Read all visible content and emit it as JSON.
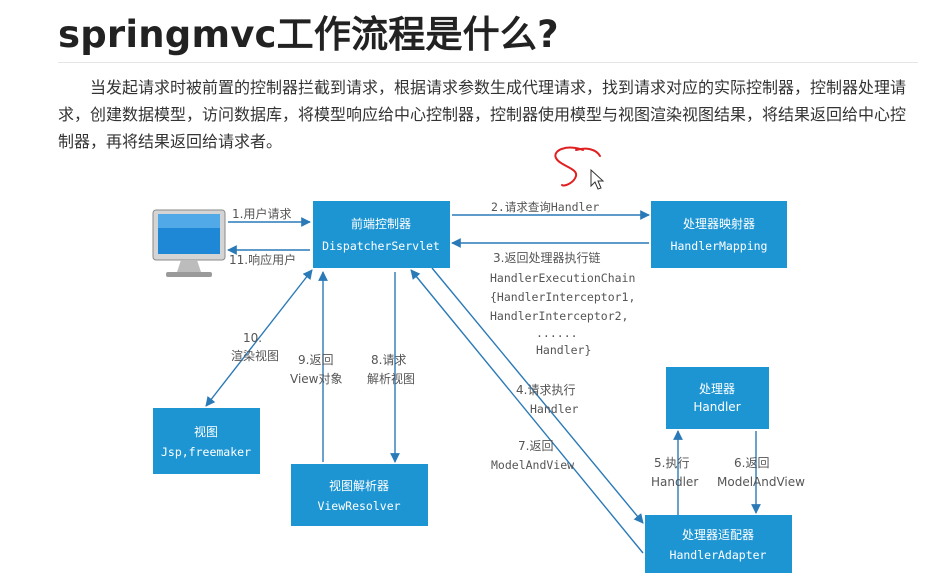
{
  "article": {
    "title": "springmvc工作流程是什么?",
    "intro": "当发起请求时被前置的控制器拦截到请求，根据请求参数生成代理请求，找到请求对应的实际控制器，控制器处理请求，创建数据模型，访问数据库，将模型响应给中心控制器，控制器使用模型与视图渲染视图结果，将结果返回给中心控制器，再将结果返回给请求者。"
  },
  "diagram": {
    "colors": {
      "box": "#1e95d3",
      "line": "#2a7ab8",
      "text": "#555555",
      "monitor": "#1e88d6"
    },
    "nodes": {
      "dispatcher": {
        "name": "前端控制器",
        "sub": "DispatcherServlet"
      },
      "mapping": {
        "name": "处理器映射器",
        "sub": "HandlerMapping"
      },
      "handler": {
        "name": "处理器",
        "sub": "Handler"
      },
      "adapter": {
        "name": "处理器适配器",
        "sub": "HandlerAdapter"
      },
      "resolver": {
        "name": "视图解析器",
        "sub": "ViewResolver"
      },
      "view": {
        "name": "视图",
        "sub": "Jsp,freemaker"
      },
      "client": {
        "icon": "monitor-icon"
      }
    },
    "edges": {
      "e1": "1.用户请求",
      "e2": "2.请求查询Handler",
      "e3": [
        "3.返回处理器执行链",
        "HandlerExecutionChain",
        "{HandlerInterceptor1,",
        "HandlerInterceptor2,",
        "......",
        "Handler}"
      ],
      "e4": [
        "4.请求执行",
        "Handler"
      ],
      "e5": [
        "5.执行",
        "Handler"
      ],
      "e6": [
        "6.返回",
        "ModelAndView"
      ],
      "e7": [
        "7.返回",
        "ModelAndView"
      ],
      "e8": [
        "8.请求",
        "解析视图"
      ],
      "e9": [
        "9.返回",
        "View对象"
      ],
      "e10": [
        "10.",
        "渲染视图"
      ],
      "e11": "11.响应用户"
    }
  }
}
